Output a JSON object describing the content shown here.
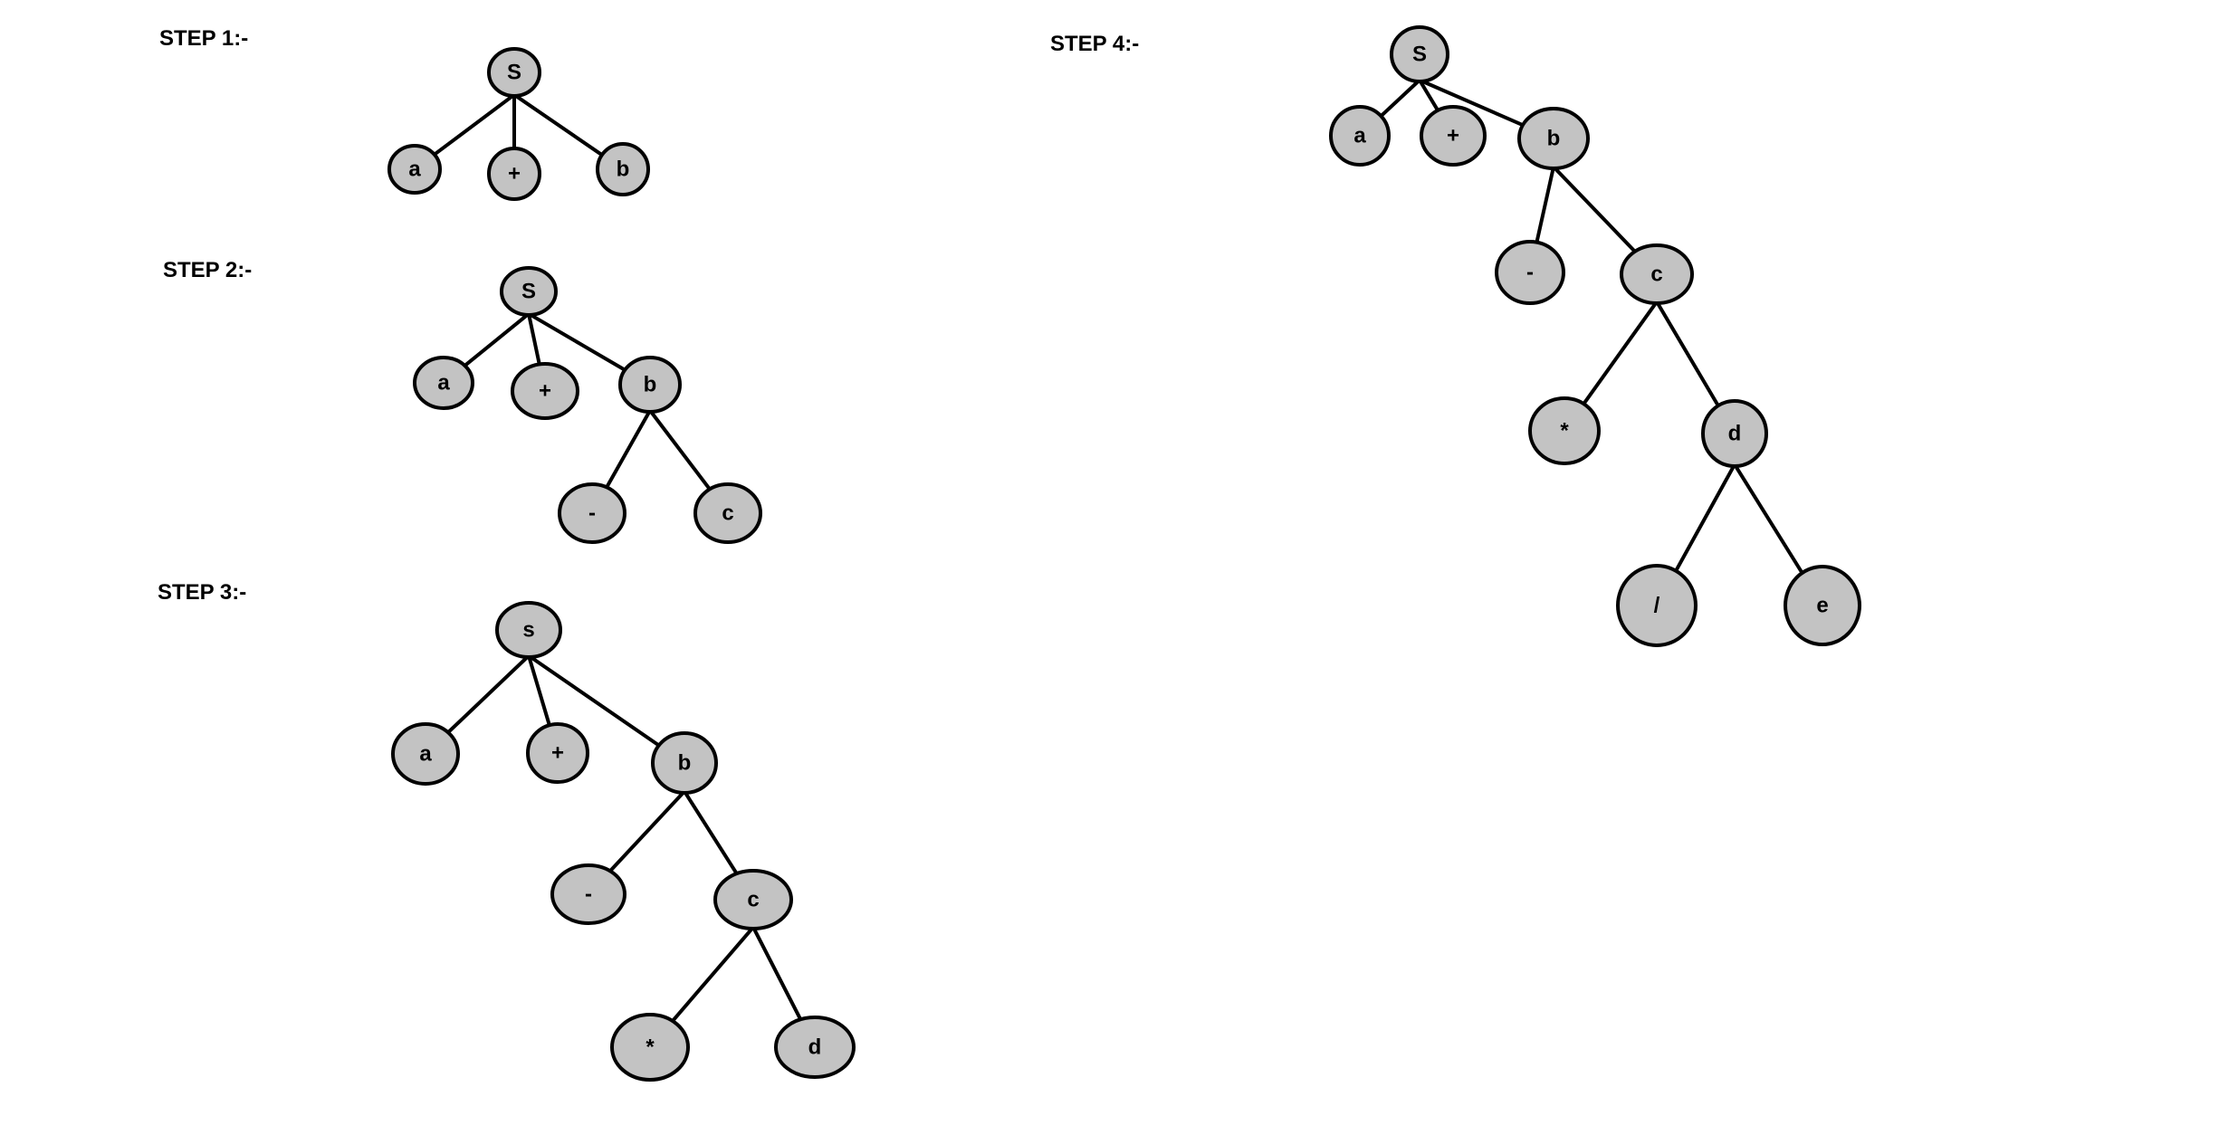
{
  "diagram": {
    "colors": {
      "node_fill": "#c3c3c3",
      "node_stroke": "#000000",
      "edge": "#000000",
      "text": "#000000"
    },
    "steps": [
      {
        "title": "STEP 1:-",
        "nodes": [
          {
            "id": "S",
            "label": "S"
          },
          {
            "id": "a",
            "label": "a"
          },
          {
            "id": "plus",
            "label": "+"
          },
          {
            "id": "b",
            "label": "b"
          }
        ],
        "edges": [
          [
            "S",
            "a"
          ],
          [
            "S",
            "plus"
          ],
          [
            "S",
            "b"
          ]
        ]
      },
      {
        "title": "STEP 2:-",
        "nodes": [
          {
            "id": "S",
            "label": "S"
          },
          {
            "id": "a",
            "label": "a"
          },
          {
            "id": "plus",
            "label": "+"
          },
          {
            "id": "b",
            "label": "b"
          },
          {
            "id": "minus",
            "label": "-"
          },
          {
            "id": "c",
            "label": "c"
          }
        ],
        "edges": [
          [
            "S",
            "a"
          ],
          [
            "S",
            "plus"
          ],
          [
            "S",
            "b"
          ],
          [
            "b",
            "minus"
          ],
          [
            "b",
            "c"
          ]
        ]
      },
      {
        "title": "STEP 3:-",
        "nodes": [
          {
            "id": "S",
            "label": "s"
          },
          {
            "id": "a",
            "label": "a"
          },
          {
            "id": "plus",
            "label": "+"
          },
          {
            "id": "b",
            "label": "b"
          },
          {
            "id": "minus",
            "label": "-"
          },
          {
            "id": "c",
            "label": "c"
          },
          {
            "id": "star",
            "label": "*"
          },
          {
            "id": "d",
            "label": "d"
          }
        ],
        "edges": [
          [
            "S",
            "a"
          ],
          [
            "S",
            "plus"
          ],
          [
            "S",
            "b"
          ],
          [
            "b",
            "minus"
          ],
          [
            "b",
            "c"
          ],
          [
            "c",
            "star"
          ],
          [
            "c",
            "d"
          ]
        ]
      },
      {
        "title": "STEP 4:-",
        "nodes": [
          {
            "id": "S",
            "label": "S"
          },
          {
            "id": "a",
            "label": "a"
          },
          {
            "id": "plus",
            "label": "+"
          },
          {
            "id": "b",
            "label": "b"
          },
          {
            "id": "minus",
            "label": "-"
          },
          {
            "id": "c",
            "label": "c"
          },
          {
            "id": "star",
            "label": "*"
          },
          {
            "id": "d",
            "label": "d"
          },
          {
            "id": "slash",
            "label": "/"
          },
          {
            "id": "e",
            "label": "e"
          }
        ],
        "edges": [
          [
            "S",
            "a"
          ],
          [
            "S",
            "plus"
          ],
          [
            "S",
            "b"
          ],
          [
            "b",
            "minus"
          ],
          [
            "b",
            "c"
          ],
          [
            "c",
            "star"
          ],
          [
            "c",
            "d"
          ],
          [
            "d",
            "slash"
          ],
          [
            "d",
            "e"
          ]
        ]
      }
    ]
  }
}
